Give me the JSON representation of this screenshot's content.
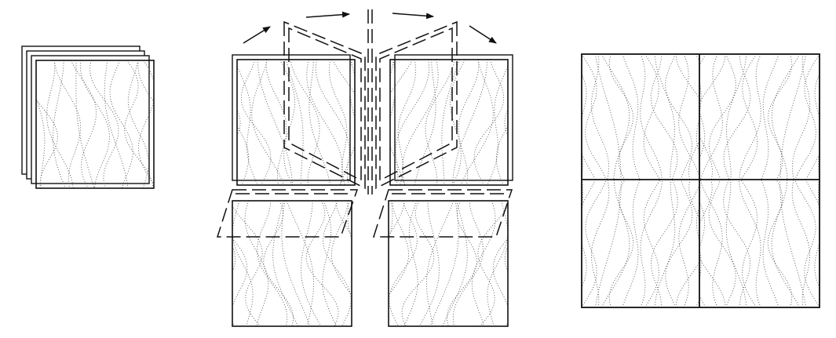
{
  "figure": {
    "description_free": true,
    "panels": [
      {
        "id": "stack",
        "sheets": 4
      },
      {
        "id": "book-match",
        "top_panels": 2,
        "bottom_panels": 2,
        "fold_arrows": 4
      },
      {
        "id": "four-way-match",
        "quadrants": 4
      }
    ],
    "colors": {
      "line": "#111111",
      "grain": "#555555",
      "background": "#ffffff"
    },
    "icons": [
      "arrow-right-icon",
      "arrow-up-right-icon",
      "arrow-down-right-icon"
    ]
  }
}
